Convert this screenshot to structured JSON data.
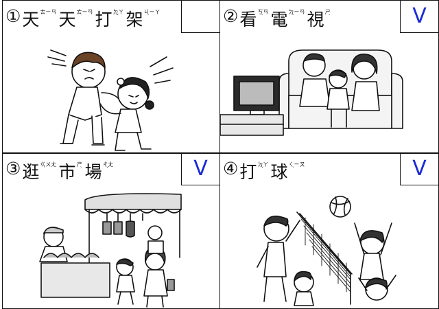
{
  "cells": [
    {
      "num": "①",
      "chars": [
        {
          "h": "天",
          "zy": "ㄊㄧㄢ",
          "tone": ""
        },
        {
          "h": "天",
          "zy": "ㄊㄧㄢ",
          "tone": ""
        },
        {
          "h": "打",
          "zy": "ㄉㄚ",
          "tone": "ˇ"
        },
        {
          "h": "架",
          "zy": "ㄐㄧㄚ",
          "tone": "ˋ"
        }
      ],
      "mark": ""
    },
    {
      "num": "②",
      "chars": [
        {
          "h": "看",
          "zy": "ㄎㄢ",
          "tone": "ˋ"
        },
        {
          "h": "電",
          "zy": "ㄉㄧㄢ",
          "tone": "ˋ"
        },
        {
          "h": "視",
          "zy": "ㄕ",
          "tone": "ˋ"
        }
      ],
      "mark": "V"
    },
    {
      "num": "③",
      "chars": [
        {
          "h": "逛",
          "zy": "ㄍㄨㄤ",
          "tone": "ˋ"
        },
        {
          "h": "市",
          "zy": "ㄕ",
          "tone": "ˋ"
        },
        {
          "h": "場",
          "zy": "ㄔㄤ",
          "tone": "ˇ"
        }
      ],
      "mark": "V"
    },
    {
      "num": "④",
      "chars": [
        {
          "h": "打",
          "zy": "ㄉㄚ",
          "tone": "ˇ"
        },
        {
          "h": "球",
          "zy": "ㄑㄧㄡ",
          "tone": "ˊ"
        }
      ],
      "mark": "V"
    }
  ],
  "colors": {
    "check": "#1a2bd6",
    "line": "#111111"
  }
}
